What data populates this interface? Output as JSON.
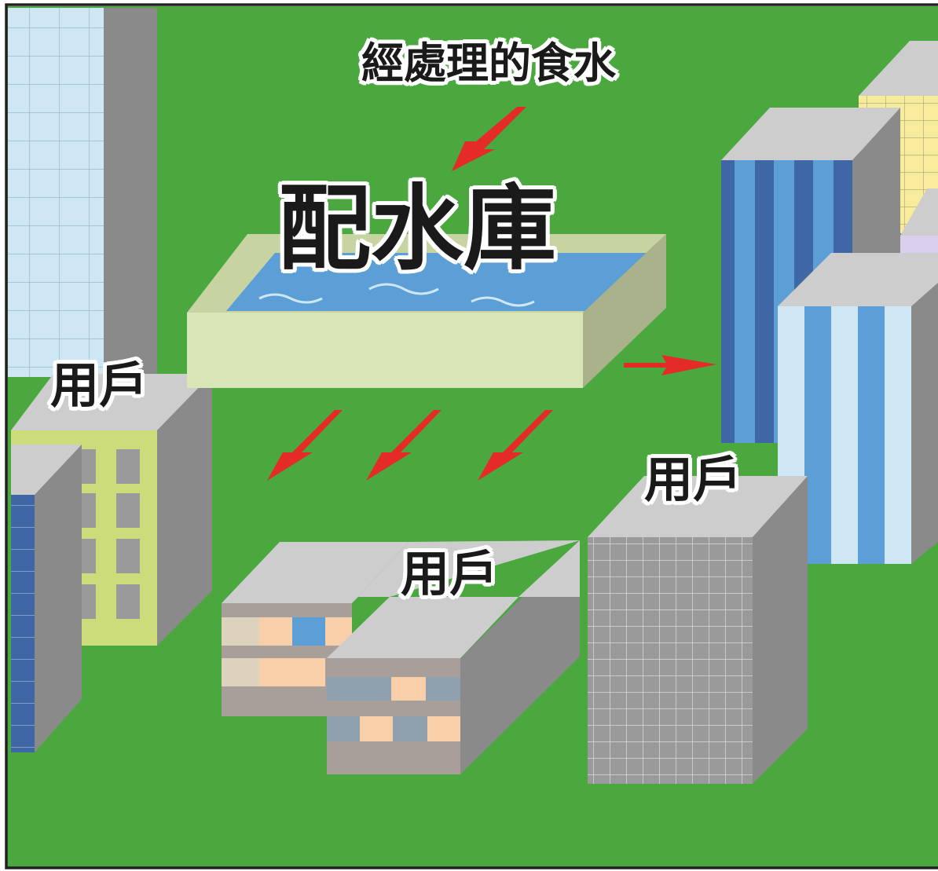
{
  "title": "經處理的食水",
  "reservoir_label": "配水庫",
  "consumer_labels": [
    "用戶",
    "用戶",
    "用戶"
  ],
  "colors": {
    "grass": "#4aa83f",
    "frame": "#222222",
    "arrow": "#e52b27",
    "building_side": "#8a8a8a",
    "building_roof": "#cfcfcf",
    "water": "#5b9fd6",
    "tank_wall": "#d8e6b8"
  }
}
